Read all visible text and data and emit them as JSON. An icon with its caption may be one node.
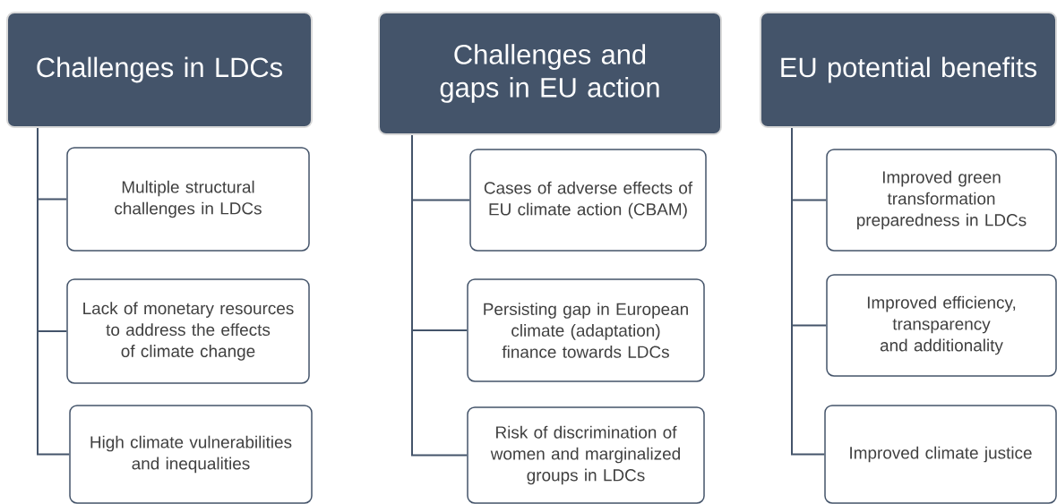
{
  "diagram": {
    "nodes": [
      {
        "text": [
          "Challenges in LDCs"
        ]
      },
      {
        "text": [
          "Multiple structural challenges in LDCs"
        ]
      },
      {
        "text": [
          "Lack of monetary resources to address the effects of climate change"
        ]
      },
      {
        "text": [
          "High climate vulnerabilities and inequalities"
        ]
      },
      {
        "text": [
          "Challenges and gaps in EU action"
        ]
      },
      {
        "text": [
          "Cases of adverse effects of EU climate action (CBAM)"
        ]
      },
      {
        "text": [
          "Persisting gap in European climate (adaptation) finance towards LDCs"
        ]
      },
      {
        "text": [
          "Risk of discrimination of women and marginalized groups in LDCs"
        ]
      },
      {
        "text": [
          "EU potential benefits"
        ]
      },
      {
        "text": [
          "Improved green transformation preparedness in LDCs"
        ]
      },
      {
        "text": [
          "Improved efficiency, transparency and additionality"
        ]
      },
      {
        "text": [
          "Improved climate justice"
        ]
      }
    ],
    "edges": [
      {
        "from": 0,
        "to": 1,
        "arrow": "none"
      },
      {
        "from": 0,
        "to": 2,
        "arrow": "none"
      },
      {
        "from": 0,
        "to": 3,
        "arrow": "none"
      },
      {
        "from": 4,
        "to": 5,
        "arrow": "none"
      },
      {
        "from": 4,
        "to": 6,
        "arrow": "none"
      },
      {
        "from": 4,
        "to": 7,
        "arrow": "none"
      },
      {
        "from": 8,
        "to": 9,
        "arrow": "none"
      },
      {
        "from": 8,
        "to": 10,
        "arrow": "none"
      },
      {
        "from": 8,
        "to": 11,
        "arrow": "none"
      }
    ]
  }
}
